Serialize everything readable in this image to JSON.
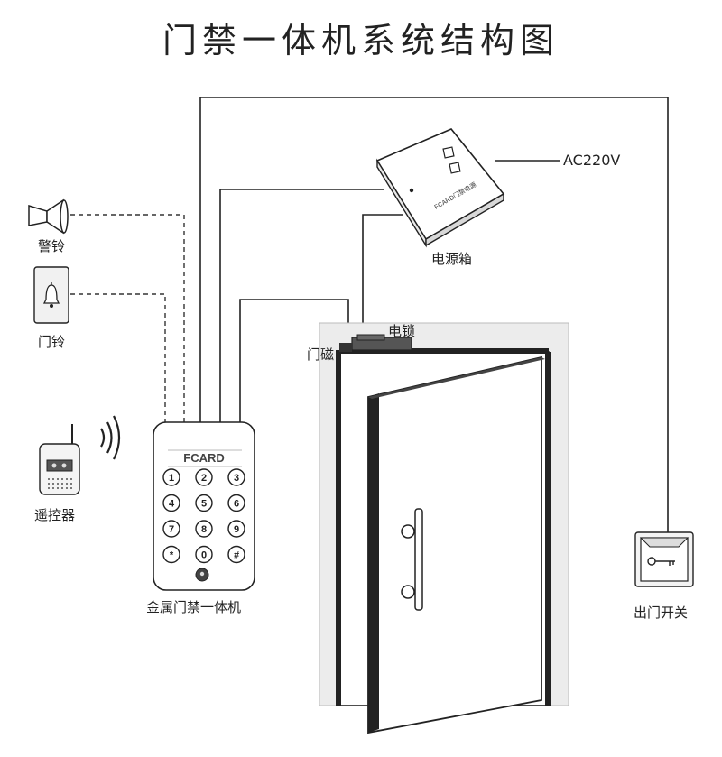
{
  "title": "门禁一体机系统结构图",
  "labels": {
    "ac": "AC220V",
    "power_box": "电源箱",
    "power_box_brand": "FCARD门禁电源",
    "lock": "电锁",
    "door_magnet": "门磁",
    "alarm": "警铃",
    "doorbell": "门铃",
    "remote": "遥控器",
    "controller": "金属门禁一体机",
    "exit_button": "出门开关"
  },
  "keypad": {
    "brand": "FCARD",
    "keys": [
      "1",
      "2",
      "3",
      "4",
      "5",
      "6",
      "7",
      "8",
      "9",
      "*",
      "0",
      "#"
    ]
  }
}
